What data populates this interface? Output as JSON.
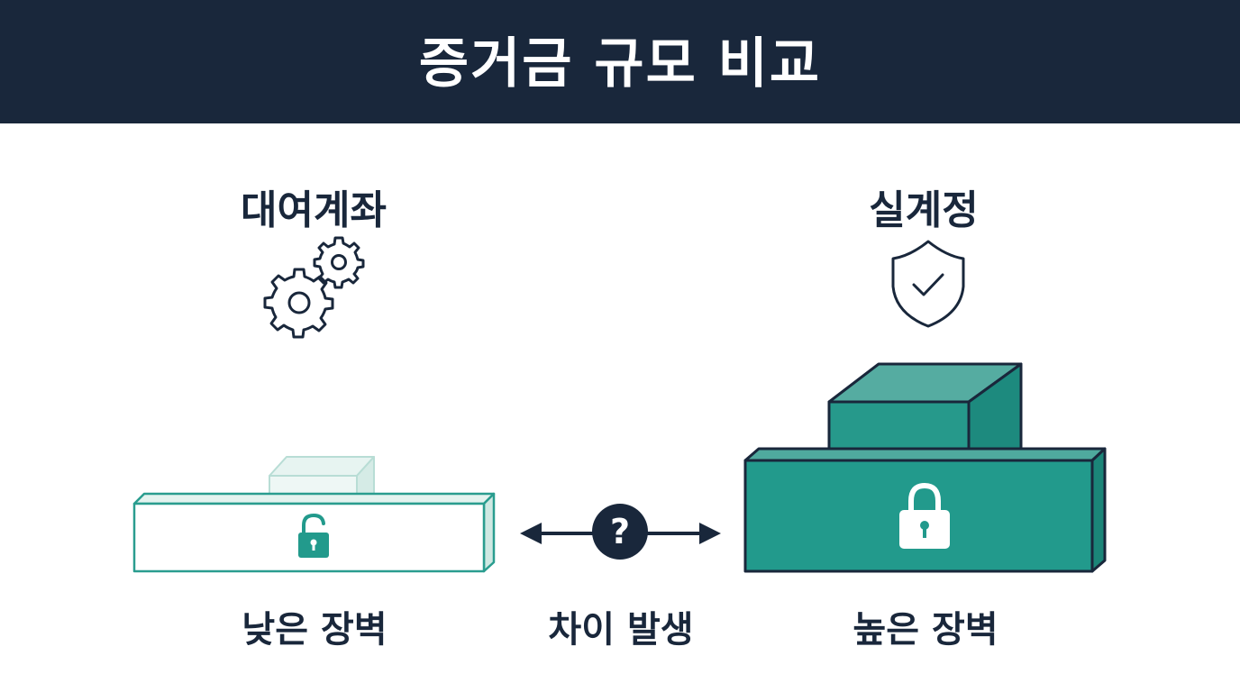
{
  "title": "증거금 규모 비교",
  "left": {
    "heading": "대여계좌",
    "caption": "낮은 장벽",
    "icon": "gears-icon",
    "lock_icon": "unlocked-padlock-icon"
  },
  "right": {
    "heading": "실계정",
    "caption": "높은 장벽",
    "icon": "shield-check-icon",
    "lock_icon": "locked-padlock-icon"
  },
  "middle": {
    "caption": "차이 발생",
    "icon": "question-mark-icon",
    "symbol": "?"
  },
  "colors": {
    "header_bg": "#19273b",
    "navy": "#19273b",
    "teal": "#229a8c",
    "teal_light": "#d8eee9",
    "white": "#ffffff"
  }
}
